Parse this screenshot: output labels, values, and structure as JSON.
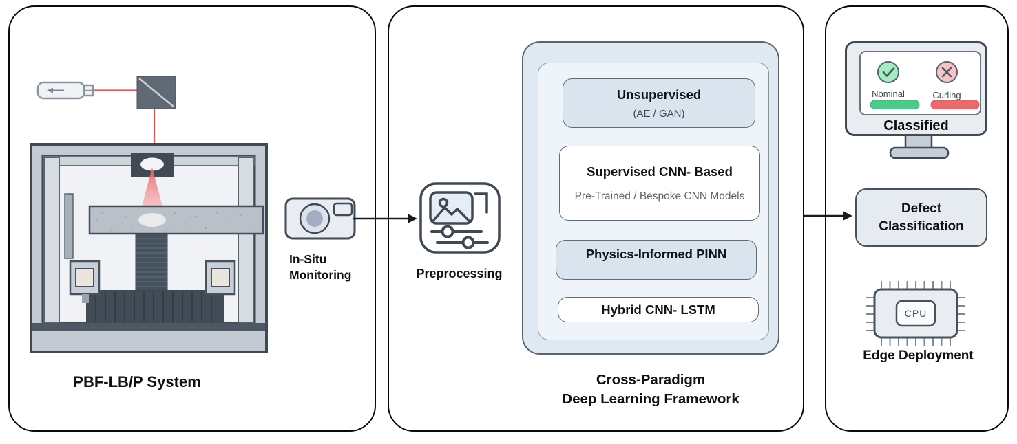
{
  "colors": {
    "panel_border": "#0b0b0b",
    "container_blue": "#dfe9f3",
    "container_inner": "#eef4f9",
    "box_blue": "#d9e4ee",
    "laser_red": "#ef5350",
    "status_green": "#4bca8c",
    "status_red": "#ed696c",
    "slate": "#3f4a55"
  },
  "system_panel": {
    "title": "PBF-LB/P System",
    "monitoring_lines": [
      "In-Situ",
      "Monitoring"
    ]
  },
  "framework_panel": {
    "preprocessing_label": "Preprocessing",
    "title_lines": [
      "Cross-Paradigm",
      "Deep Learning Framework"
    ],
    "boxes": [
      {
        "title": "Unsupervised",
        "subtitle": "(AE / GAN)"
      },
      {
        "title": "Supervised CNN- Based",
        "subtitle": "Pre-Trained / Bespoke CNN Models"
      },
      {
        "title": "Physics-Informed PINN"
      },
      {
        "title": "Hybrid CNN- LSTM"
      }
    ]
  },
  "output_panel": {
    "classified_label": "Classified",
    "statuses": [
      {
        "label": "Nominal",
        "state": "nominal"
      },
      {
        "label": "Curling",
        "state": "defect"
      }
    ],
    "defect_lines": [
      "Defect",
      "Classification"
    ],
    "cpu_label": "CPU",
    "edge_label": "Edge Deployment"
  }
}
